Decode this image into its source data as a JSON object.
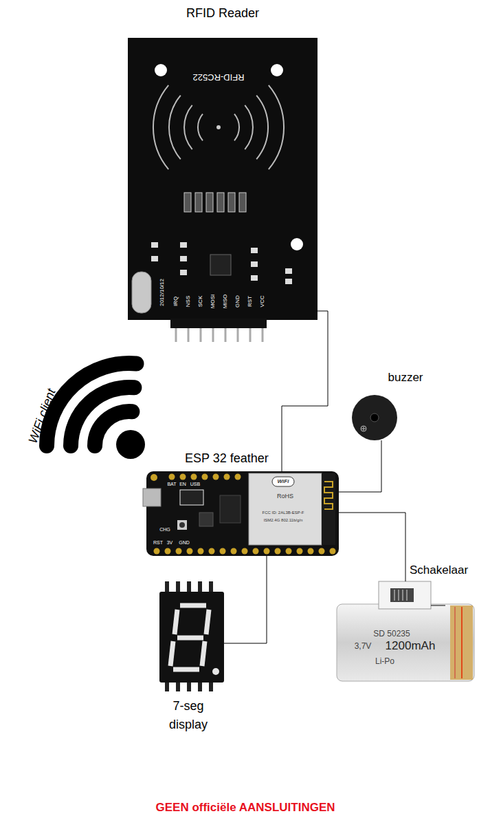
{
  "diagram": {
    "nodes": [
      {
        "text": [
          "RFID Reader"
        ]
      },
      {
        "text": [
          "ESP 32 feather"
        ]
      },
      {
        "text": [
          "buzzer"
        ]
      },
      {
        "text": [
          "7-seg display"
        ]
      },
      {
        "text": [
          "SD 50235",
          "3,7V",
          "1200mAh",
          "Li-Po"
        ]
      },
      {
        "text": [
          "Schakelaar"
        ]
      }
    ],
    "edges": [
      {
        "from": 0,
        "to": 1,
        "arrow": "none"
      },
      {
        "from": 1,
        "to": 2,
        "arrow": "none"
      },
      {
        "from": 1,
        "to": 5,
        "arrow": "none"
      },
      {
        "from": 1,
        "to": 3,
        "arrow": "none"
      }
    ],
    "labels": [
      "WiFi client",
      "RFID-RC522",
      "IRQ",
      "NSS",
      "SCK",
      "MOSI",
      "MISO",
      "GND",
      "RST",
      "VCC",
      "2012/10/12",
      "BAT",
      "EN",
      "USB",
      "RST",
      "3V",
      "GND",
      "CHG",
      "WiFi",
      "RoHS",
      "FCC ID: 2AL3B-ESP-F",
      "ISM2.4G 802.11b/g/n",
      "GEEN officiële AANSLUITINGEN"
    ]
  }
}
